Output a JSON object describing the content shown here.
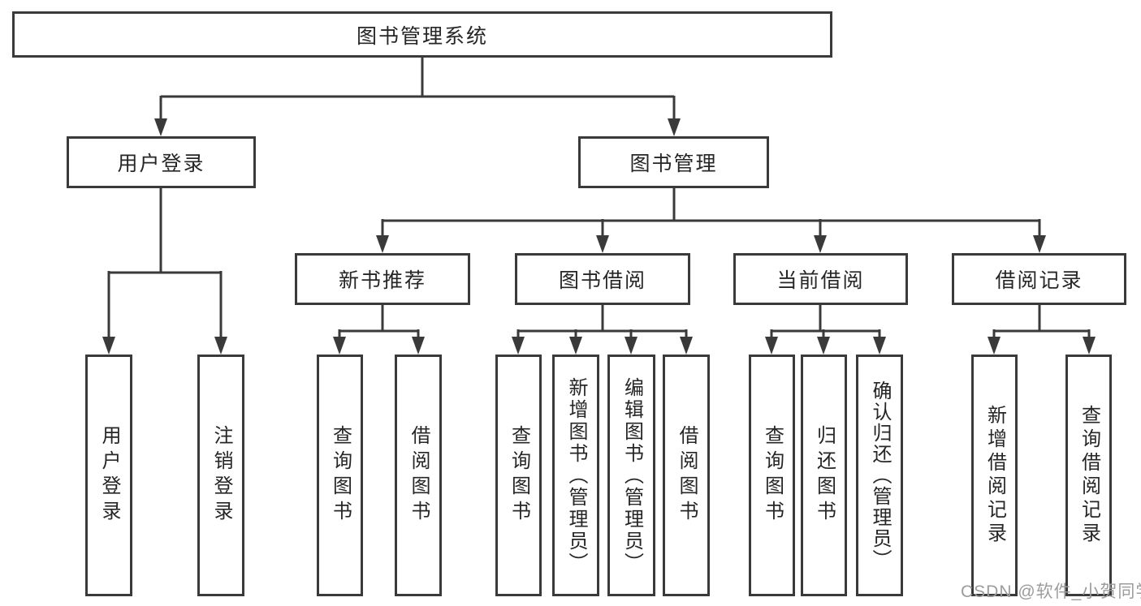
{
  "diagram": {
    "type": "hierarchy-tree",
    "nodes": {
      "root": {
        "label": "图书管理系统"
      },
      "user_login": {
        "label": "用户登录"
      },
      "book_management": {
        "label": "图书管理"
      },
      "new_book_recommend": {
        "label": "新书推荐"
      },
      "book_borrow": {
        "label": "图书借阅"
      },
      "current_borrow": {
        "label": "当前借阅"
      },
      "borrow_records": {
        "label": "借阅记录"
      },
      "ul_user_login": {
        "label": "用户登录"
      },
      "ul_logout": {
        "label": "注销登录"
      },
      "nb_query_books": {
        "label": "查询图书"
      },
      "nb_borrow_books": {
        "label": "借阅图书"
      },
      "bb_query_books": {
        "label": "查询图书"
      },
      "bb_add_books": {
        "label": "新增图书（管理员）"
      },
      "bb_edit_books": {
        "label": "编辑图书（管理员）"
      },
      "bb_borrow_books": {
        "label": "借阅图书"
      },
      "cb_query_books": {
        "label": "查询图书"
      },
      "cb_return_books": {
        "label": "归还图书"
      },
      "cb_confirm_return": {
        "label": "确认归还（管理员）"
      },
      "br_add_record": {
        "label": "新增借阅记录"
      },
      "br_query_record": {
        "label": "查询借阅记录"
      }
    },
    "edges": [
      [
        "root",
        "user_login"
      ],
      [
        "root",
        "book_management"
      ],
      [
        "user_login",
        "ul_user_login"
      ],
      [
        "user_login",
        "ul_logout"
      ],
      [
        "book_management",
        "new_book_recommend"
      ],
      [
        "book_management",
        "book_borrow"
      ],
      [
        "book_management",
        "current_borrow"
      ],
      [
        "book_management",
        "borrow_records"
      ],
      [
        "new_book_recommend",
        "nb_query_books"
      ],
      [
        "new_book_recommend",
        "nb_borrow_books"
      ],
      [
        "book_borrow",
        "bb_query_books"
      ],
      [
        "book_borrow",
        "bb_add_books"
      ],
      [
        "book_borrow",
        "bb_edit_books"
      ],
      [
        "book_borrow",
        "bb_borrow_books"
      ],
      [
        "current_borrow",
        "cb_query_books"
      ],
      [
        "current_borrow",
        "cb_return_books"
      ],
      [
        "current_borrow",
        "cb_confirm_return"
      ],
      [
        "borrow_records",
        "br_add_record"
      ],
      [
        "borrow_records",
        "br_query_record"
      ]
    ],
    "colors": {
      "line": "#3a3a3a",
      "text": "#262626",
      "box_background": "#ffffff",
      "watermark": "#9c9c9c"
    }
  },
  "watermark": {
    "text": "CSDN @软件_小贺同学"
  }
}
